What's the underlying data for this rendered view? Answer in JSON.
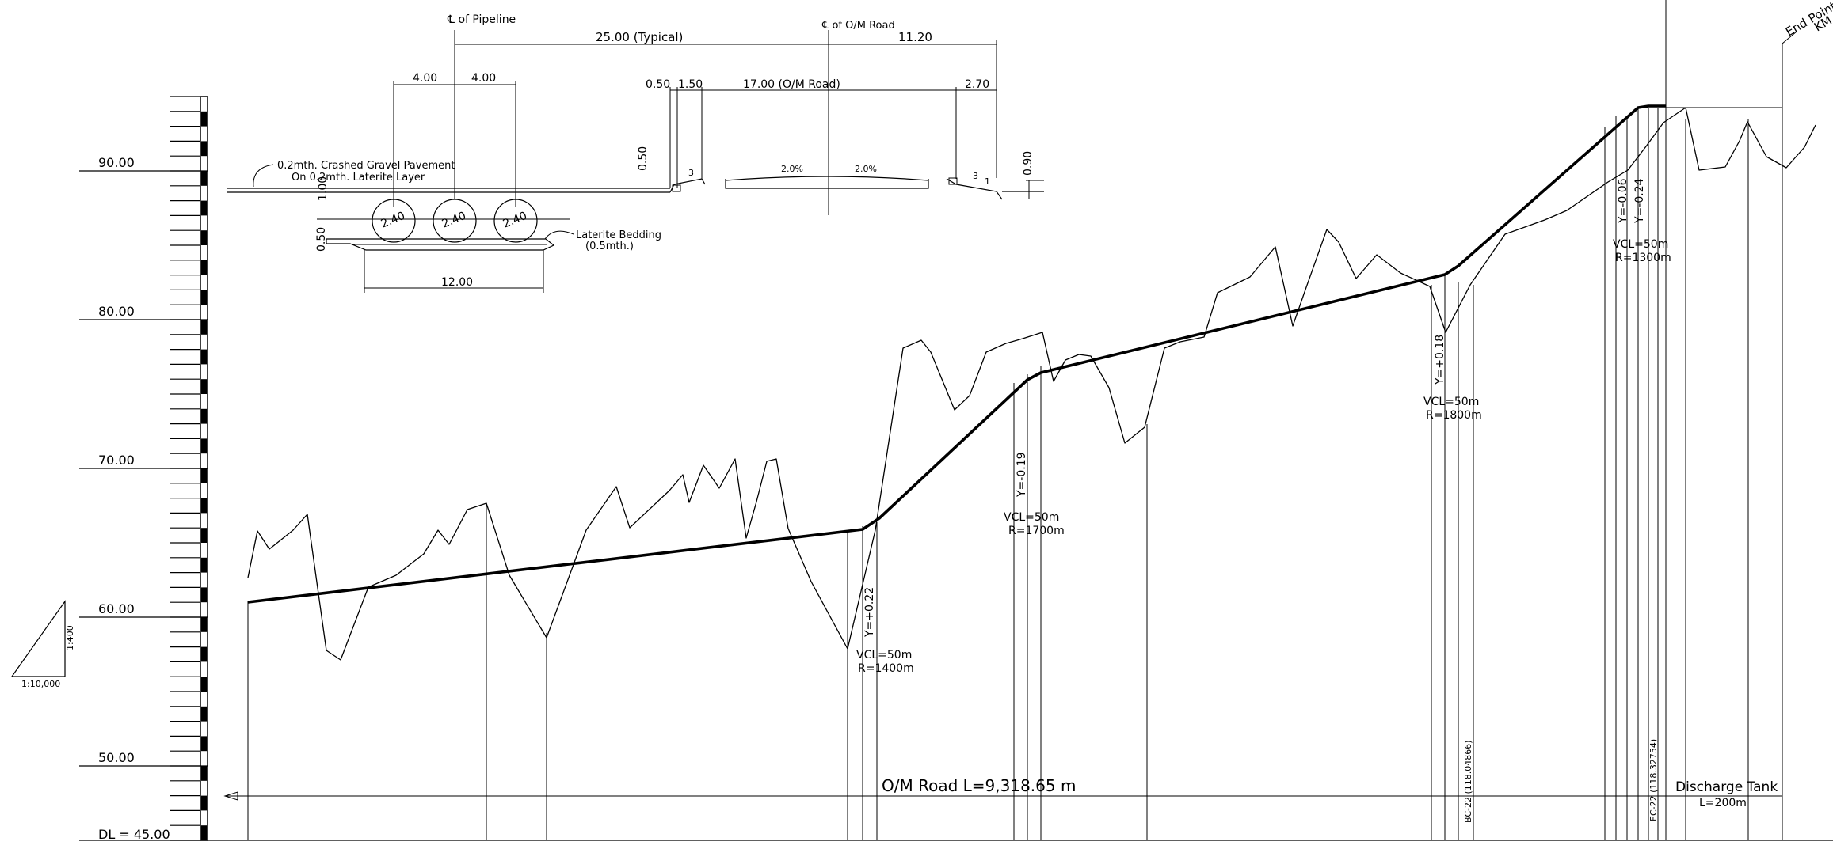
{
  "cross_section": {
    "pipeline_cl": "℄  of Pipeline",
    "road_cl": "℄  of O/M Road",
    "dim_typical": "25.00 (Typical)",
    "dim_right": "11.20",
    "dim_4a": "4.00",
    "dim_4b": "4.00",
    "dim_050": "0.50",
    "dim_150": "1.50",
    "dim_road": "17.00 (O/M Road)",
    "dim_270": "2.70",
    "dim_050v": "0.50",
    "dim_090v": "0.90",
    "dim_100v": "1.00",
    "dim_050v_bed": "0.50",
    "dim_12": "12.00",
    "slope_left": "2.0%",
    "slope_right": "2.0%",
    "slope_3a": "3",
    "slope_3b": "3",
    "slope_1": "1",
    "pavement_line1": "0.2mth. Crashed Gravel Pavement",
    "pavement_line2": "On 0.2mth. Laterite Layer",
    "bedding_line1": "Laterite Bedding",
    "bedding_line2": "(0.5mth.)",
    "pipes": [
      "2.40",
      "2.40",
      "2.40"
    ]
  },
  "scale": {
    "labels": [
      "90.00",
      "80.00",
      "70.00",
      "60.00",
      "50.00"
    ],
    "datum": "DL = 45.00",
    "ratio_v": "1:400",
    "ratio_h": "1:10,000"
  },
  "curves": [
    {
      "y": "Y=+0.22",
      "vcl": "VCL=50m",
      "r": "R=1400m"
    },
    {
      "y": "Y=-0.19",
      "vcl": "VCL=50m",
      "r": "R=1700m"
    },
    {
      "y": "Y=+0.18",
      "vcl": "VCL=50m",
      "r": "R=1800m"
    },
    {
      "y": "Y=-0.06",
      "vcl": "VCL=50m",
      "r": "R=1300m"
    },
    {
      "y": "Y=-0.24"
    }
  ],
  "stations": {
    "bc": "BC-22 (118.04866)",
    "ec": "EC-22 (118.32754)"
  },
  "road_length": "O/M  Road  L=9,318.65 m",
  "tank": {
    "name": "Discharge Tank",
    "length": "L=200m"
  },
  "end_point": {
    "line1": "End Point",
    "line2": "KM"
  }
}
